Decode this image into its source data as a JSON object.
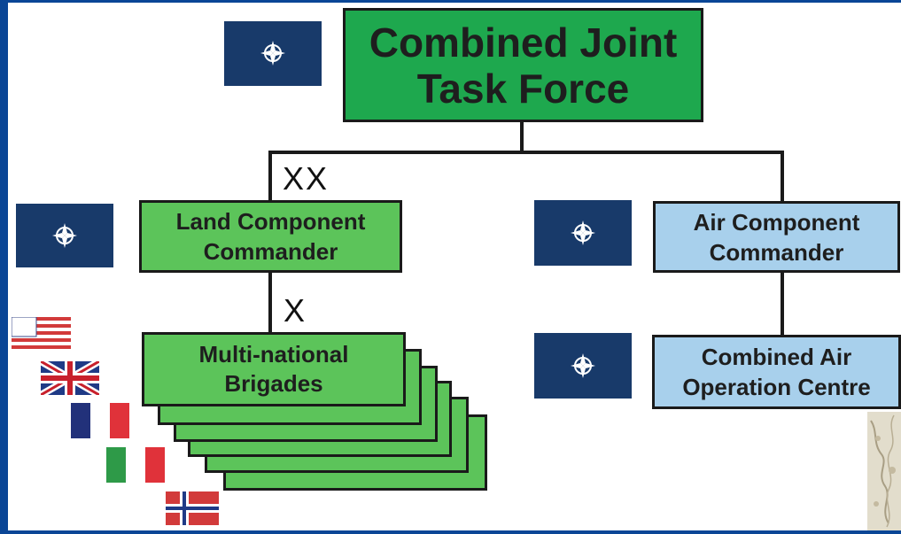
{
  "diagram": {
    "nodes": {
      "cjtf": {
        "line1": "Combined Joint",
        "line2": "Task Force"
      },
      "land_component": {
        "line1": "Land Component",
        "line2": "Commander"
      },
      "air_component": {
        "line1": "Air Component",
        "line2": "Commander"
      },
      "multinational_brigades": {
        "line1": "Multi-national",
        "line2": "Brigades"
      },
      "caoc": {
        "line1": "Combined Air",
        "line2": "Operation Centre"
      }
    },
    "echelon_marks": {
      "division": "XX",
      "brigade": "X"
    },
    "icons": [
      "nato-flag-icon",
      "us-flag-icon",
      "uk-flag-icon",
      "france-flag-icon",
      "italy-flag-icon",
      "norway-flag-icon",
      "map-icon"
    ]
  },
  "colors": {
    "frame": "#0a4696",
    "cjtf_fill": "#1ea84e",
    "land_fill": "#5cc45a",
    "air_fill": "#a8d0ec",
    "nato_blue": "#183a6a"
  }
}
